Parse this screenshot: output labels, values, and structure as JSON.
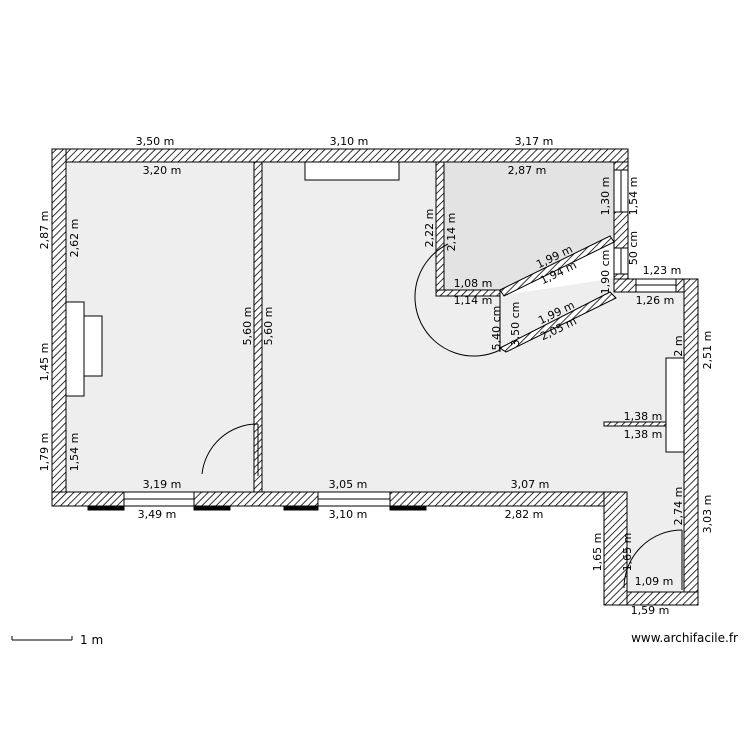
{
  "scale_label": "1 m",
  "credit": "www.archifacile.fr",
  "dimensions": {
    "top_ext_1": "3,50 m",
    "top_ext_2": "3,10 m",
    "top_ext_3": "3,17 m",
    "room1_top_int": "3,20 m",
    "room3_top_int": "2,87 m",
    "left_ext_top": "2,87 m",
    "left_int_top": "2,62 m",
    "left_ext_mid": "1,45 m",
    "left_ext_bot": "1,79 m",
    "left_int_bot": "1,54 m",
    "partition_left": "5,60 m",
    "partition_right": "5,60 m",
    "room3_left_ext": "2,22 m",
    "room3_left_int": "2,14 m",
    "room3_right_int": "1,30 m",
    "room3_right_ext": "1,54 m",
    "window_small": "50 cm",
    "room3_bot_int": "1,08 m",
    "room3_bot_ext": "1,14 m",
    "diag_upper_1": "1,99 m",
    "diag_upper_2": "1,94 m",
    "diag_lower_1": "1,99 m",
    "diag_lower_2": "2,05 m",
    "diag_vert_1": "5,40 cm",
    "diag_vert_2": "3,50 cm",
    "diag_right": "1,90 cm",
    "step_top_ext": "1,23 m",
    "step_top_int": "1,26 m",
    "right_ext_top": "2,51 m",
    "right_small": "2 m",
    "counter_top": "1,38 m",
    "counter_bot": "1,38 m",
    "bot_int_1": "3,19 m",
    "bot_ext_1": "3,49 m",
    "bot_int_2": "3,05 m",
    "bot_ext_2": "3,10 m",
    "bot_int_3": "3,07 m",
    "bot_ext_3": "2,82 m",
    "right_int_bot": "2,74 m",
    "right_ext_bot": "3,03 m",
    "alcove_left_ext": "1,65 m",
    "alcove_left_int": "1,65 m",
    "alcove_bot_int": "1,09 m",
    "alcove_bot_ext": "1,59 m"
  }
}
